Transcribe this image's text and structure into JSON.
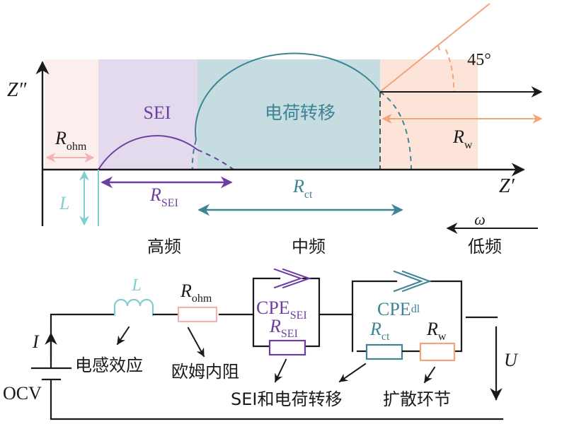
{
  "colors": {
    "ohm": "#f3b2b4",
    "ohm_bg": "#fdeeee",
    "sei": "#6d3fa0",
    "sei_bg": "#e4daee",
    "ct": "#3e8494",
    "ct_bg": "#c5dce1",
    "w": "#f2a47a",
    "w_bg": "#fde4d8",
    "l": "#7ecfd0",
    "axis": "#1a1a1a"
  },
  "nyquist": {
    "y_axis_label_main": "Z",
    "y_axis_label_prime": "″",
    "x_axis_label_main": "Z",
    "x_axis_label_prime": "′",
    "region_sei_label": "SEI",
    "region_ct_label": "电荷转移",
    "angle_label": "45°",
    "r_ohm": {
      "main": "R",
      "sub": "ohm"
    },
    "r_sei": {
      "main": "R",
      "sub": "SEI"
    },
    "r_ct": {
      "main": "R",
      "sub": "ct"
    },
    "r_w": {
      "main": "R",
      "sub": "w"
    },
    "l_label": "L",
    "omega_label": "ω",
    "freq_high": "高频",
    "freq_mid": "中频",
    "freq_low": "低频"
  },
  "circuit": {
    "l_label": "L",
    "r_ohm": {
      "main": "R",
      "sub": "ohm"
    },
    "cpe_sei": {
      "main": "CPE",
      "sub": "SEI"
    },
    "r_sei": {
      "main": "R",
      "sub": "SEI"
    },
    "cpe_dl": {
      "main": "CPE",
      "sub": "dl"
    },
    "r_ct": {
      "main": "R",
      "sub": "ct"
    },
    "r_w": {
      "main": "R",
      "sub": "w"
    },
    "current_label": "I",
    "voltage_label": "U",
    "source_label": "OCV",
    "annot_inductance": "电感效应",
    "annot_ohmic": "欧姆内阻",
    "annot_sei_ct": "SEI和电荷转移",
    "annot_diffusion": "扩散环节"
  }
}
